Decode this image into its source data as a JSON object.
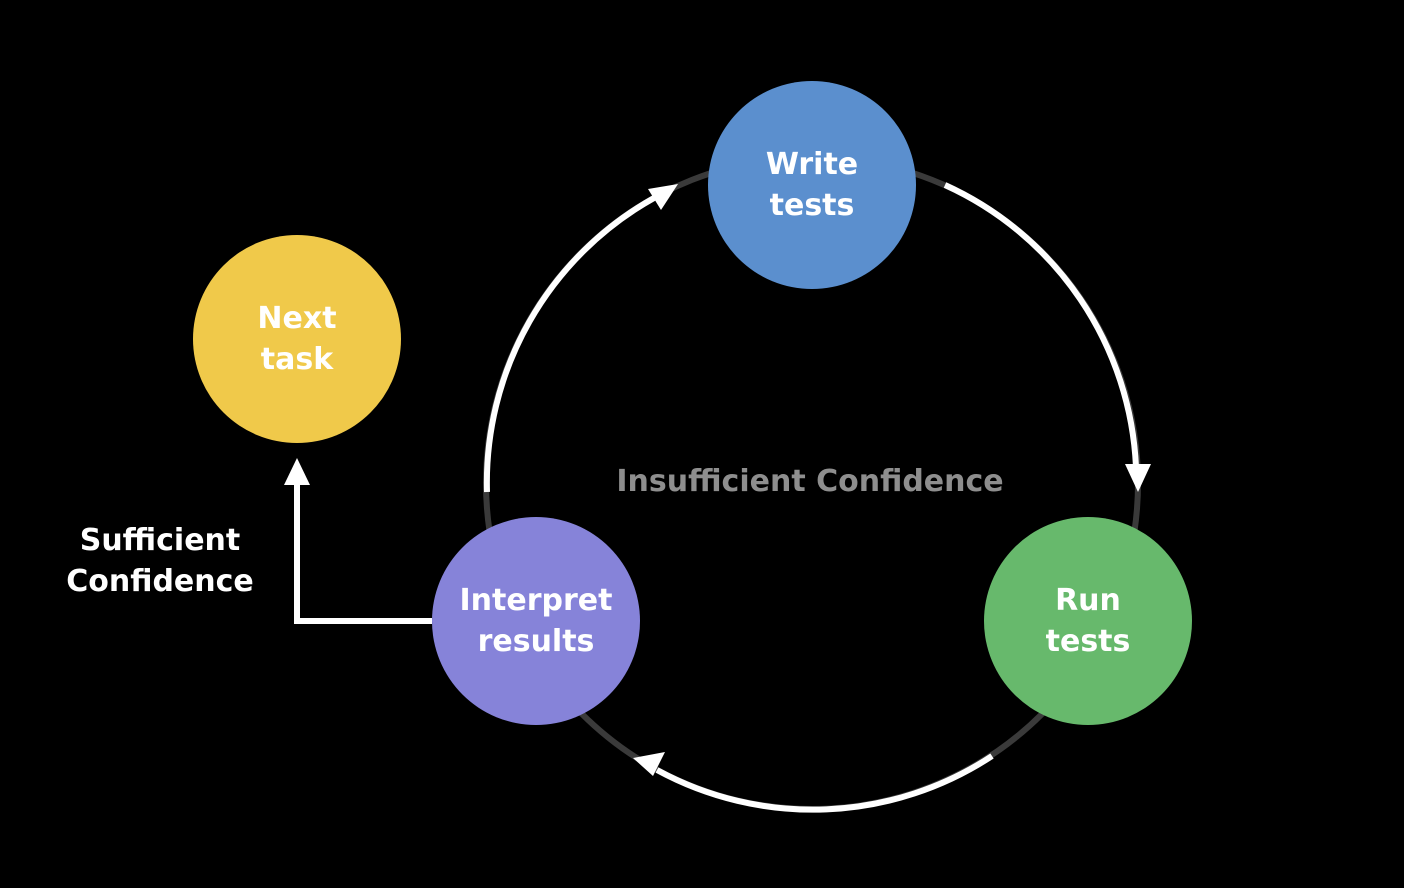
{
  "colors": {
    "background": "#000000",
    "arrow": "#ffffff",
    "track": "#3a3a3a",
    "center_label": "#8e8e8e",
    "write_node": "#5b8fce",
    "run_node": "#67b96c",
    "interpret_node": "#8683d9",
    "next_node": "#f0c94a"
  },
  "nodes": {
    "write": {
      "line1": "Write",
      "line2": "tests"
    },
    "run": {
      "line1": "Run",
      "line2": "tests"
    },
    "interpret": {
      "line1": "Interpret",
      "line2": "results"
    },
    "next": {
      "line1": "Next",
      "line2": "task"
    }
  },
  "labels": {
    "center": "Insufficient Confidence",
    "side_line1": "Sufficient",
    "side_line2": "Confidence"
  }
}
